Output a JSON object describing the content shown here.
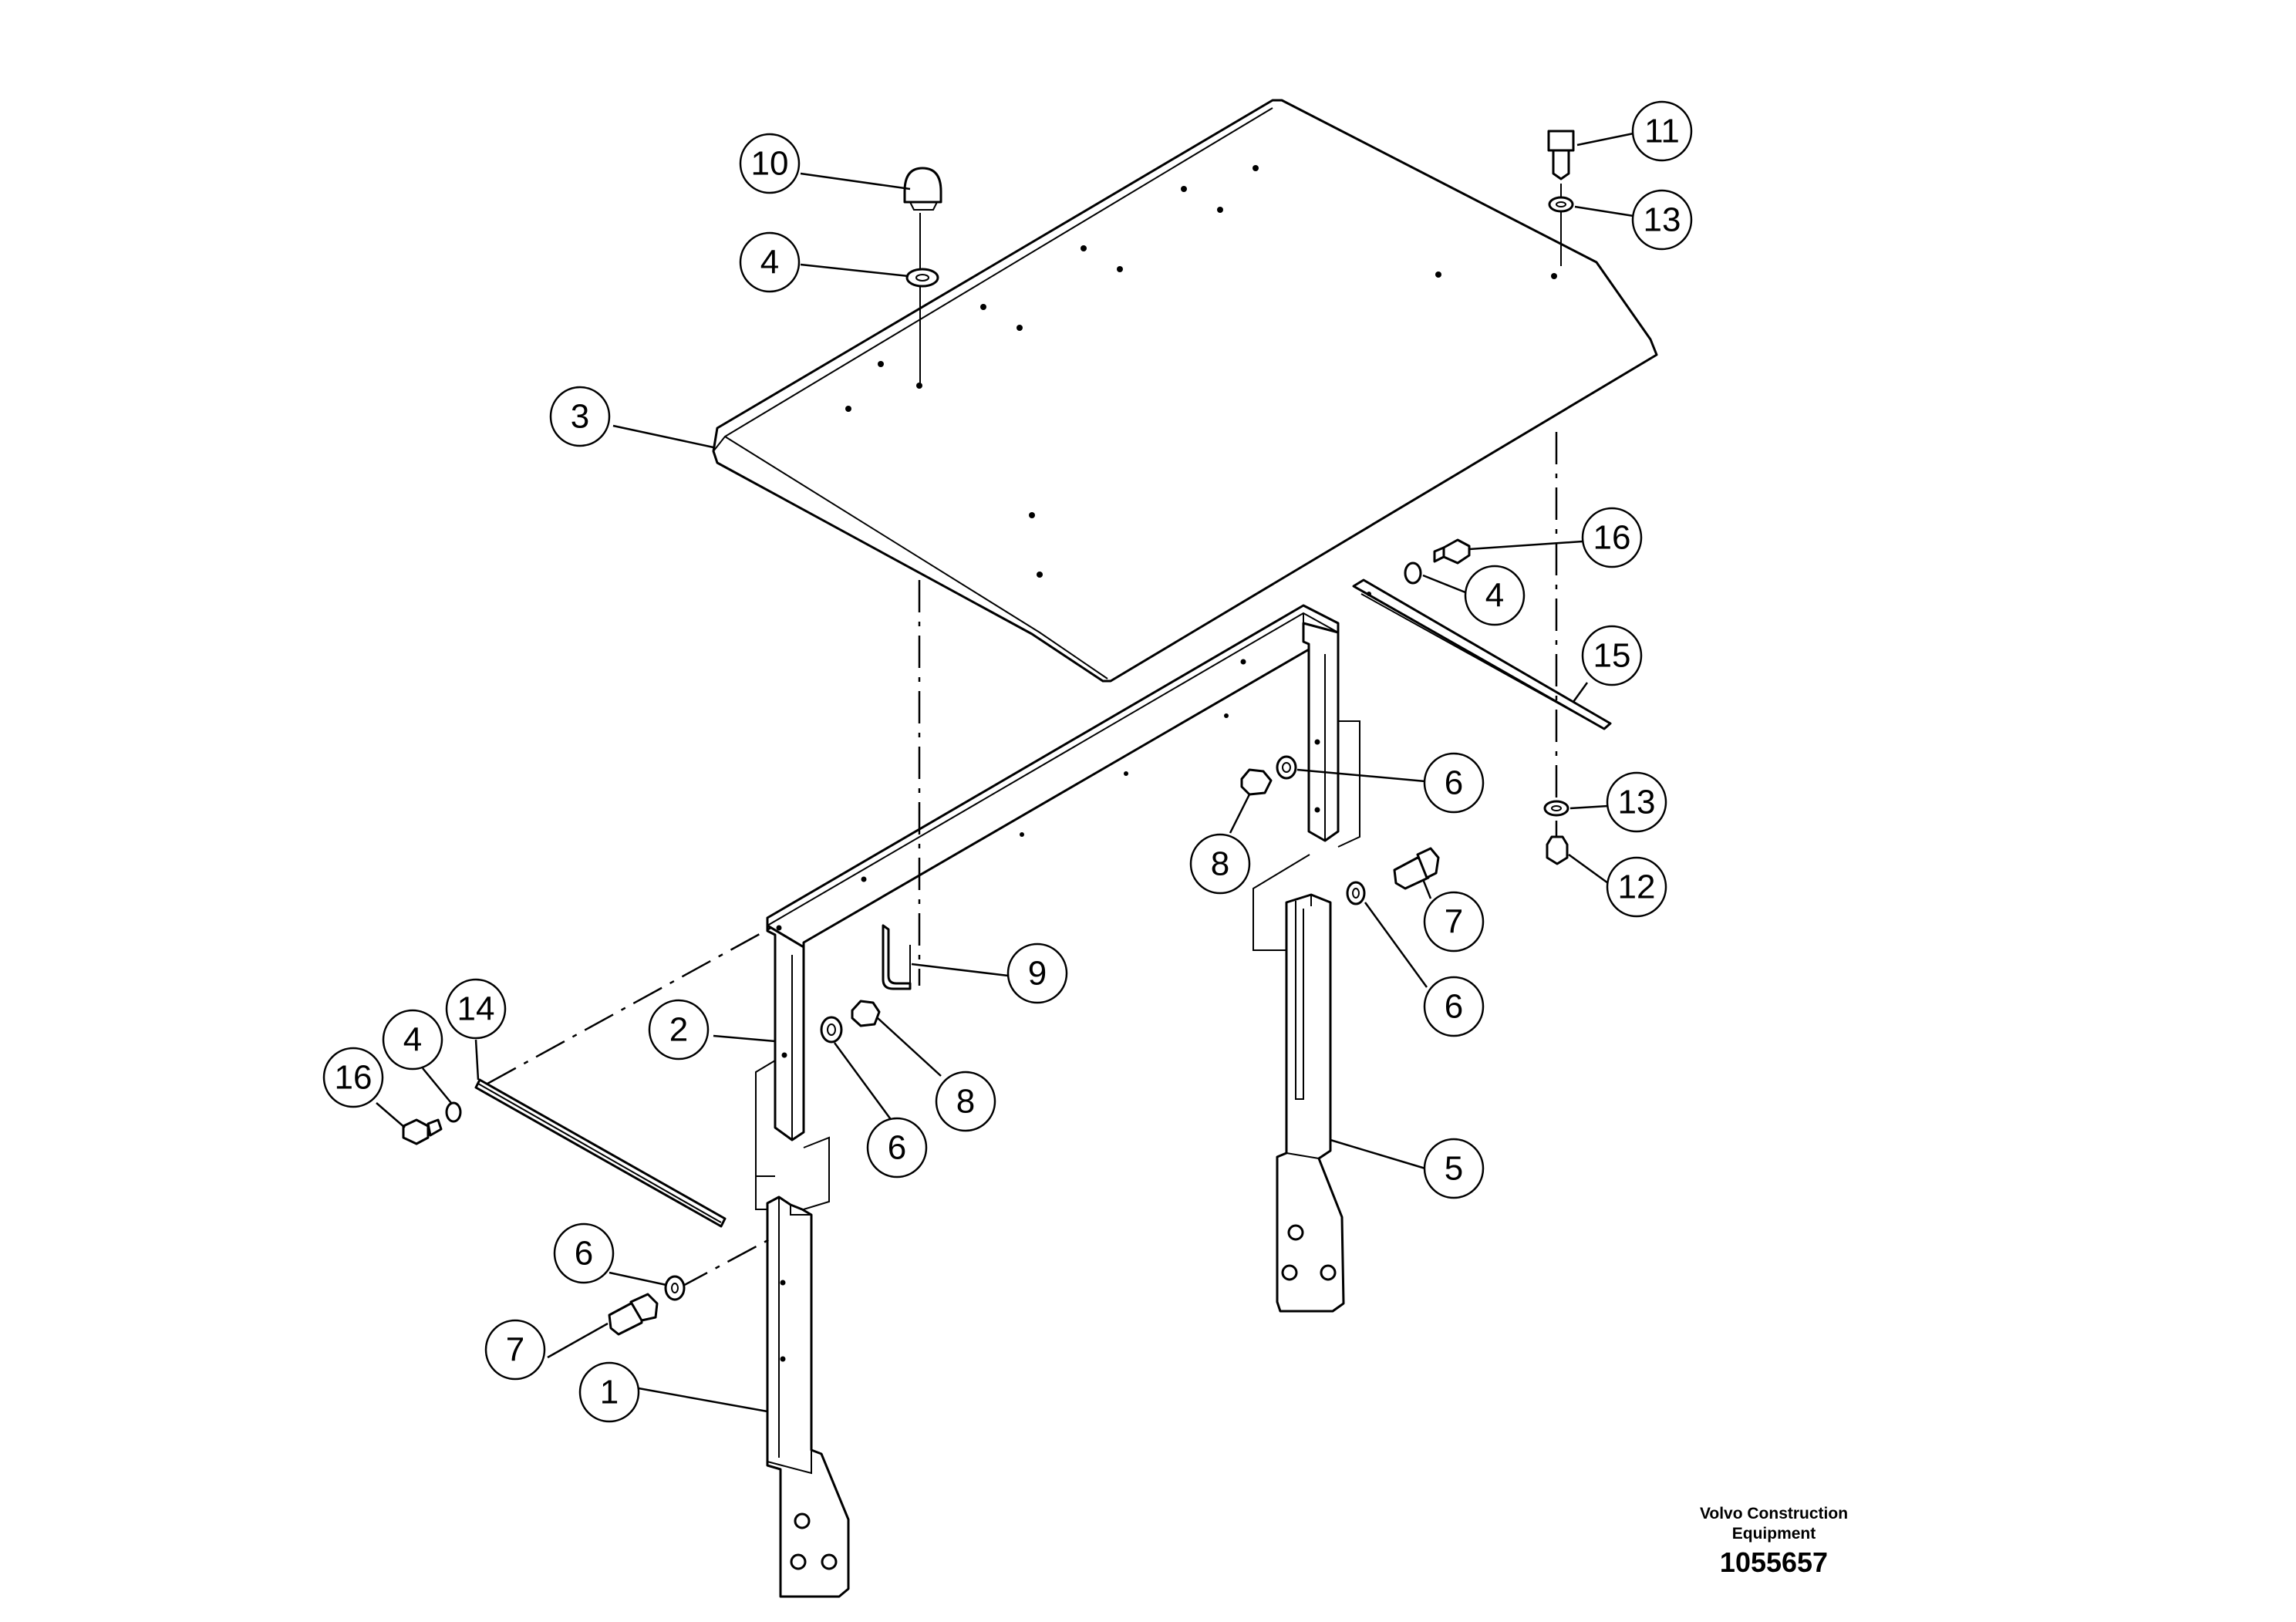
{
  "figure": {
    "manufacturer_line1": "Volvo Construction",
    "manufacturer_line2": "Equipment",
    "drawing_number": "1055657"
  },
  "callouts": [
    {
      "id": "callout-10",
      "label": "10"
    },
    {
      "id": "callout-4-top",
      "label": "4"
    },
    {
      "id": "callout-3",
      "label": "3"
    },
    {
      "id": "callout-11",
      "label": "11"
    },
    {
      "id": "callout-13-top",
      "label": "13"
    },
    {
      "id": "callout-16-right",
      "label": "16"
    },
    {
      "id": "callout-4-right",
      "label": "4"
    },
    {
      "id": "callout-15",
      "label": "15"
    },
    {
      "id": "callout-6-right-upper",
      "label": "6"
    },
    {
      "id": "callout-8-right",
      "label": "8"
    },
    {
      "id": "callout-13-bottom",
      "label": "13"
    },
    {
      "id": "callout-12",
      "label": "12"
    },
    {
      "id": "callout-7-right",
      "label": "7"
    },
    {
      "id": "callout-6-right-lower",
      "label": "6"
    },
    {
      "id": "callout-9",
      "label": "9"
    },
    {
      "id": "callout-2",
      "label": "2"
    },
    {
      "id": "callout-8-left",
      "label": "8"
    },
    {
      "id": "callout-6-left-upper",
      "label": "6"
    },
    {
      "id": "callout-5",
      "label": "5"
    },
    {
      "id": "callout-14",
      "label": "14"
    },
    {
      "id": "callout-4-left",
      "label": "4"
    },
    {
      "id": "callout-16-left",
      "label": "16"
    },
    {
      "id": "callout-6-left-lower",
      "label": "6"
    },
    {
      "id": "callout-7-left",
      "label": "7"
    },
    {
      "id": "callout-1",
      "label": "1"
    }
  ]
}
